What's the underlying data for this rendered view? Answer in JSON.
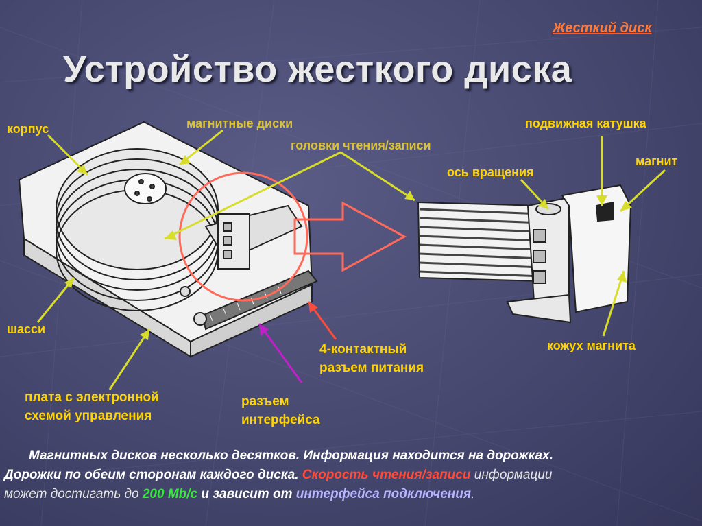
{
  "header": {
    "link": "Жесткий диск",
    "title": "Устройство жесткого диска"
  },
  "labels": {
    "korpus": "корпус",
    "magnetic_disks": "магнитные диски",
    "rw_heads": "головки чтения/записи",
    "moving_coil": "подвижная катушка",
    "magnet": "магнит",
    "rotation_axis": "ось вращения",
    "chassis": "шасси",
    "power_connector_1": "4-контактный",
    "power_connector_2": "разъем питания",
    "magnet_housing": "кожух магнита",
    "board_1": "плата с электронной",
    "board_2": "схемой управления",
    "interface_1": "разъем",
    "interface_2": "интерфейса"
  },
  "paragraph": {
    "line1": "Магнитных дисков несколько десятков. Информация находится на дорожках.",
    "line2_a": "Дорожки по обеим сторонам каждого диска. ",
    "line2_red": "Скорость чтения/записи",
    "line2_b": " информации",
    "line3_a": "может достигать до ",
    "line3_green": "200 Mb/c",
    "line3_b": " и зависит от ",
    "line3_link": "интерфейса подключения",
    "line3_c": "."
  },
  "colors": {
    "label": "#ffd400",
    "pointer": "#d8dc2a",
    "accent_red": "#ff4b3a",
    "accent_green": "#36e83a",
    "interface_pointer": "#c020c8"
  }
}
